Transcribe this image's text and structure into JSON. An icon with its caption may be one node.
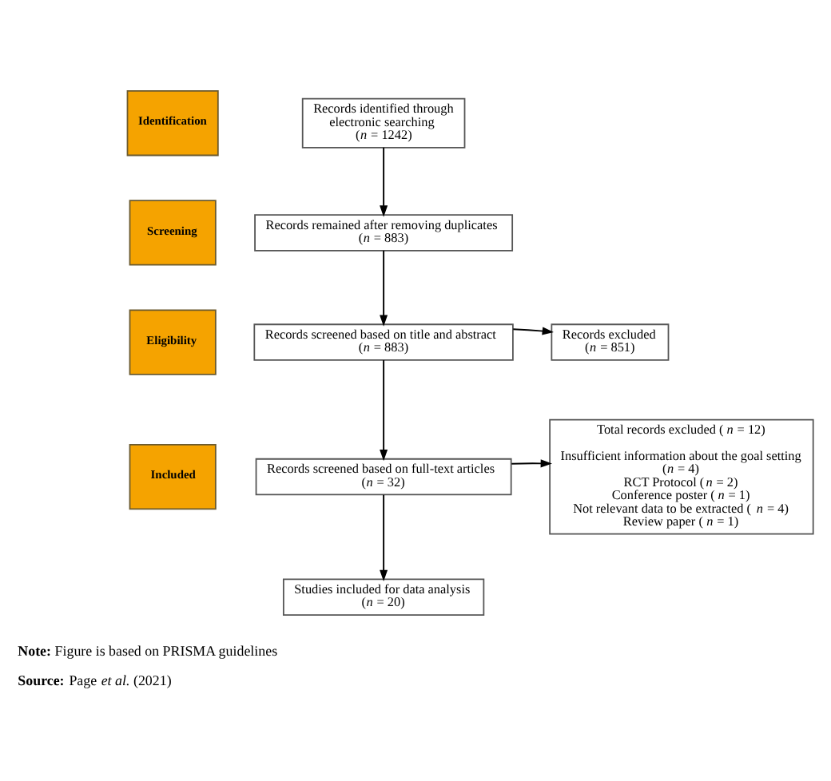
{
  "diagram": {
    "nodes": [
      {
        "text": [
          "Identification"
        ]
      },
      {
        "text": [
          "Records identified through electronic searching (*n* = 1242)"
        ]
      },
      {
        "text": [
          "Screening"
        ]
      },
      {
        "text": [
          "Records remained after removing duplicates (*n* = 883)"
        ]
      },
      {
        "text": [
          "Eligibility"
        ]
      },
      {
        "text": [
          "Records screened based on title and abstract (*n* = 883)"
        ]
      },
      {
        "text": [
          "Records excluded (*n* = 851)"
        ]
      },
      {
        "text": [
          "Included"
        ]
      },
      {
        "text": [
          "Records screened based on full-text articles (*n* = 32)"
        ]
      },
      {
        "text": [
          "Total records excluded (*n* = 12)",
          "Insufficient information about the goal setting (*n* = 4)",
          "RCT Protocol (*n* = 2)",
          "Conference poster (*n* = 1)",
          "Not relevant data to be extracted (*n* = 4)",
          "Review paper (*n* = 1)"
        ]
      },
      {
        "text": [
          "Studies included for data analysis (*n* = 20)"
        ]
      }
    ],
    "edges": [
      {
        "from": 1,
        "to": 3,
        "arrow": "to"
      },
      {
        "from": 3,
        "to": 5,
        "arrow": "to"
      },
      {
        "from": 5,
        "to": 6,
        "arrow": "to"
      },
      {
        "from": 5,
        "to": 8,
        "arrow": "to"
      },
      {
        "from": 8,
        "to": 9,
        "arrow": "to"
      },
      {
        "from": 8,
        "to": 10,
        "arrow": "to"
      }
    ],
    "labels": [
      "**Note:** Figure is based on PRISMA guidelines",
      "**Source:** Page *et al.* (2021)"
    ]
  }
}
